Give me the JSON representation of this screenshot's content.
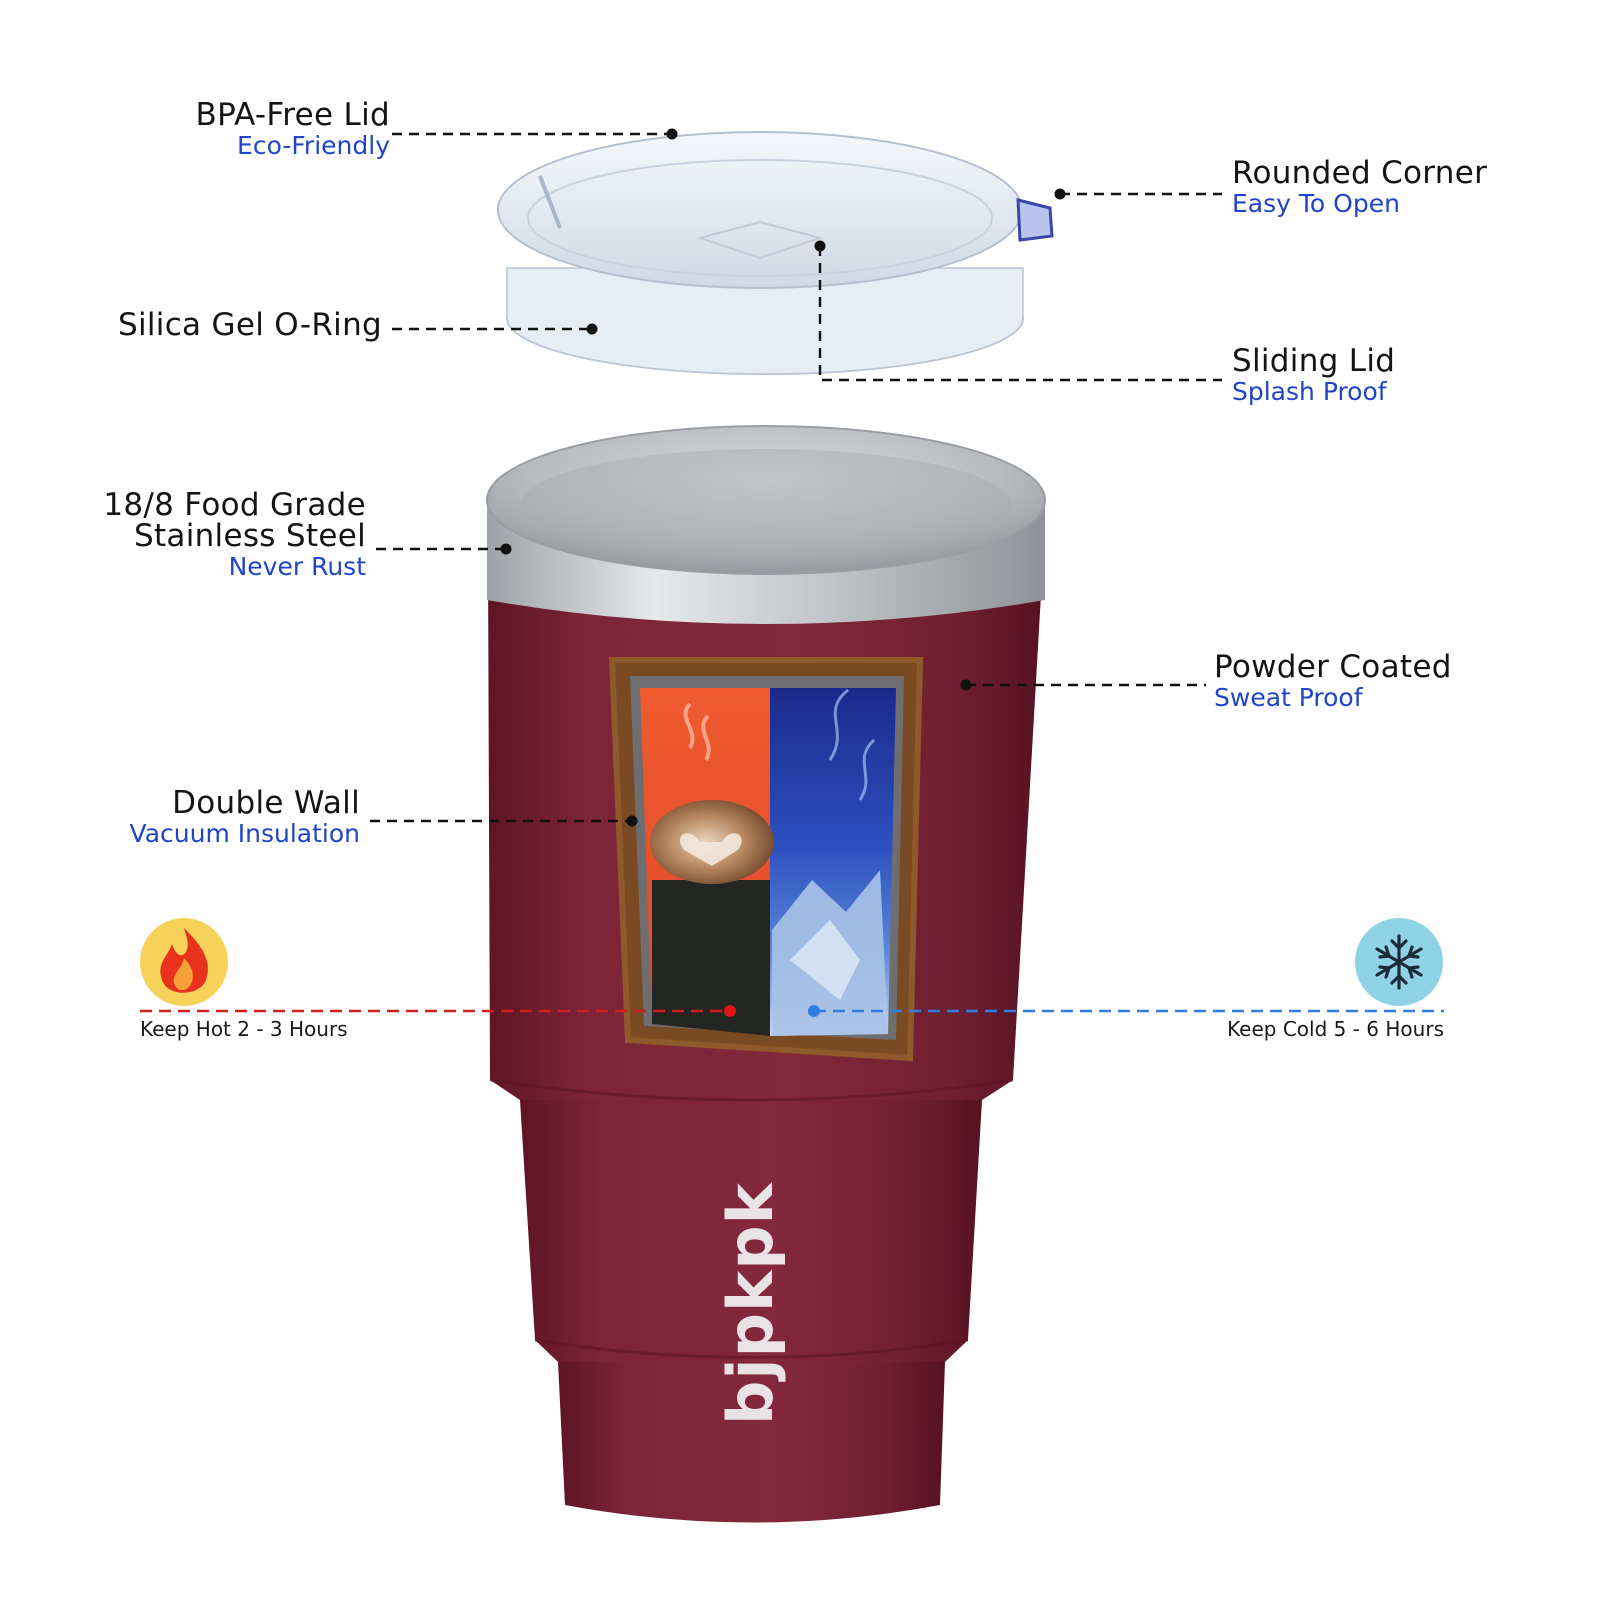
{
  "callouts": {
    "bpa_lid": {
      "title": "BPA-Free Lid",
      "sub": "Eco-Friendly"
    },
    "oring": {
      "title": "Silica Gel O-Ring"
    },
    "steel": {
      "title_line1": "18/8 Food Grade",
      "title_line2": "Stainless Steel",
      "sub": "Never Rust"
    },
    "double_wall": {
      "title": "Double Wall",
      "sub": "Vacuum Insulation"
    },
    "rounded_corner": {
      "title": "Rounded Corner",
      "sub": "Easy To Open"
    },
    "sliding_lid": {
      "title": "Sliding Lid",
      "sub": "Splash Proof"
    },
    "powder_coated": {
      "title": "Powder Coated",
      "sub": "Sweat Proof"
    },
    "keep_hot": "Keep Hot 2 - 3 Hours",
    "keep_cold": "Keep Cold 5 - 6 Hours"
  },
  "brand_text": "bjpkpk",
  "colors": {
    "tumbler_body": "#7a2236",
    "steel_rim": "#c9ccce",
    "subtitle_blue": "#1f45c8",
    "hot_line": "#d01f1f",
    "cold_line": "#2f7fe0",
    "hot_icon_bg": "#f6d25a",
    "cold_icon_bg": "#8fd2e6"
  },
  "icons": {
    "hot": "flame-icon",
    "cold": "snowflake-icon"
  }
}
